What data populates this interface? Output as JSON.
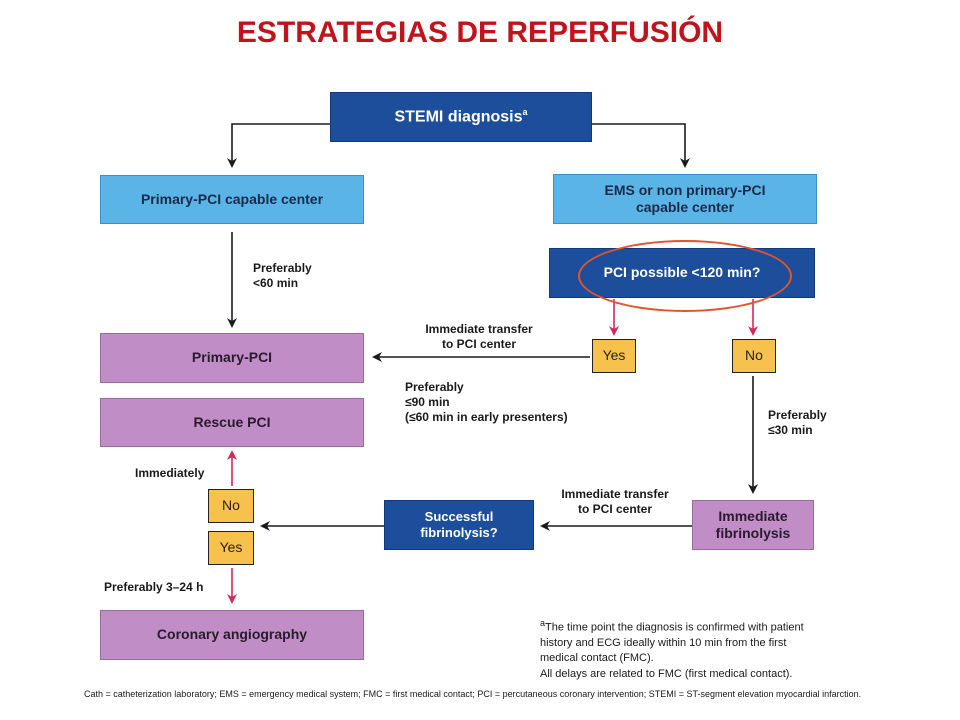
{
  "title": "ESTRATEGIAS DE REPERFUSIÓN",
  "nodes": {
    "stemi": "STEMI diagnosis",
    "stemi_sup": "a",
    "pci_center": "Primary-PCI capable center",
    "ems_line1": "EMS or non primary-PCI",
    "ems_line2": "capable center",
    "pci_possible": "PCI possible <120 min?",
    "yes_top": "Yes",
    "no_top": "No",
    "primary_pci": "Primary-PCI",
    "rescue_pci": "Rescue PCI",
    "no_left": "No",
    "yes_left": "Yes",
    "successful_line1": "Successful",
    "successful_line2": "fibrinolysis?",
    "immediate_line1": "Immediate",
    "immediate_line2": "fibrinolysis",
    "coronary": "Coronary angiography"
  },
  "labels": {
    "pref60_line1": "Preferably",
    "pref60_line2": "<60 min",
    "transfer1_line1": "Immediate transfer",
    "transfer1_line2": "to PCI center",
    "pref90_line1": "Preferably",
    "pref90_line2": "≤90 min",
    "pref90_line3": "(≤60 min in early presenters)",
    "pref30_line1": "Preferably",
    "pref30_line2": "≤30 min",
    "immediately": "Immediately",
    "transfer2_line1": "Immediate transfer",
    "transfer2_line2": "to PCI center",
    "pref324": "Preferably 3–24 h"
  },
  "footnote": {
    "line1": "The time point the diagnosis is confirmed with patient",
    "line1_sup": "a",
    "line2": "history and ECG ideally within 10 min from the first",
    "line3": "medical contact (FMC).",
    "line4": "All delays are related to FMC (first medical contact)."
  },
  "abbreviations": "Cath = catheterization laboratory; EMS = emergency medical system; FMC = first medical contact; PCI = percutaneous coronary intervention; STEMI = ST-segment elevation myocardial infarction.",
  "colors": {
    "title_red": "#c0141c",
    "dark_blue": "#1d4e9b",
    "light_blue": "#5ab4e6",
    "purple": "#c18dc6",
    "yellow": "#f7c14d",
    "highlight_orange": "#e2542a",
    "arrow_red": "#d02a5a"
  }
}
